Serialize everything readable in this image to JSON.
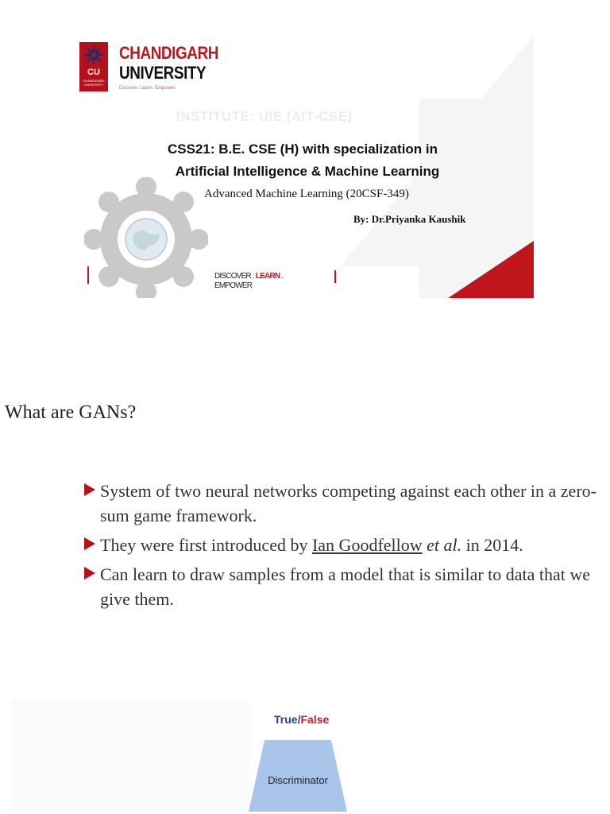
{
  "slide1": {
    "logo": {
      "badge": "CU",
      "small_text": "CHANDIGARH UNIVERSITY",
      "name_line1": "CHANDIGARH",
      "name_line2": "UNIVERSITY",
      "motto": "Discover. Learn. Empower."
    },
    "institute": "INSTITUTE: UIE (AIT-CSE)",
    "title_line1": "CSS21: B.E. CSE (H) with specialization in",
    "title_line2": "Artificial Intelligence & Machine Learning",
    "course": "Advanced Machine Learning (20CSF-349)",
    "author": "By: Dr.Priyanka Kaushik",
    "tagline": {
      "discover": "DISCOVER . ",
      "learn": "LEARN",
      "dot": " .",
      "empower": "EMPOWER"
    },
    "colors": {
      "brand_red": "#c0161b"
    }
  },
  "slide2": {
    "title": "What are GANs?",
    "bullets": [
      {
        "text": "System of two neural networks competing against each other in a zero-sum game framework."
      },
      {
        "pre": "They were first introduced by ",
        "link": "Ian Goodfellow",
        "mid": " et al.",
        "post": " in 2014."
      },
      {
        "text": "Can learn to draw samples from a model that is similar to data that we give them."
      }
    ]
  },
  "slide3": {
    "output_true": "True",
    "output_sep": "/",
    "output_false": "False",
    "discriminator": "Discriminator",
    "colors": {
      "true": "#1f3da1",
      "false": "#d0181f",
      "box": "#a9c6ea"
    }
  }
}
